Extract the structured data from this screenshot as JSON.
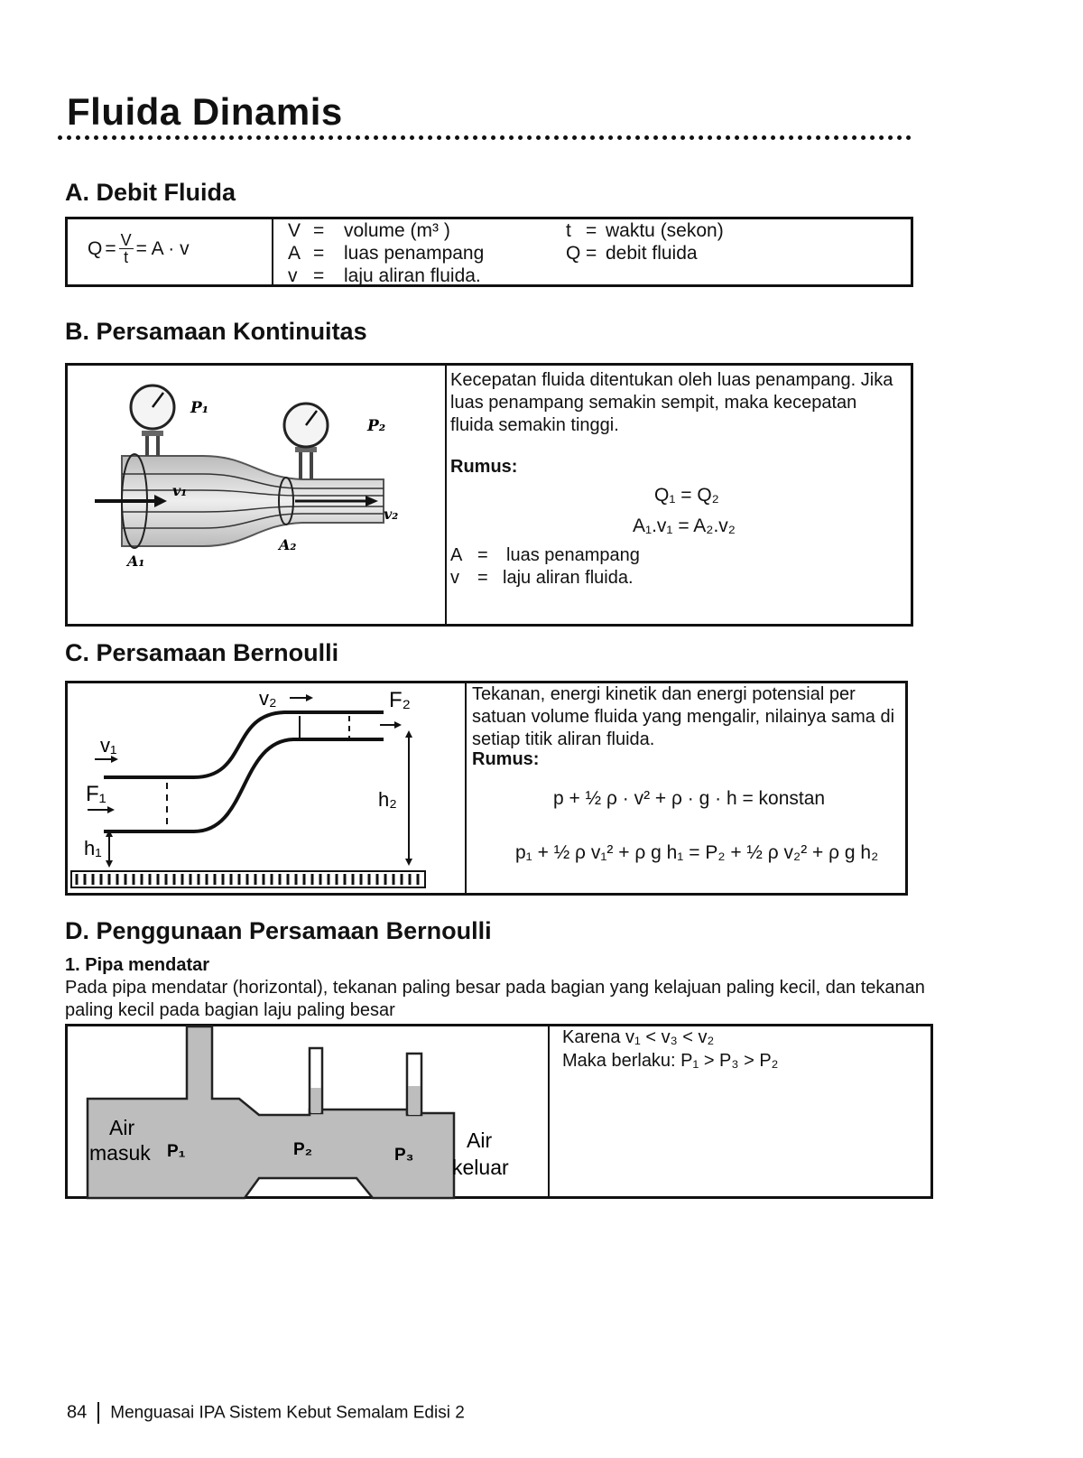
{
  "page": {
    "title": "Fluida Dinamis",
    "page_number": "84",
    "book_title": "Menguasai IPA Sistem Kebut Semalam Edisi 2"
  },
  "section_a": {
    "heading": "A. Debit Fluida",
    "formula": {
      "lhs": "Q",
      "num": "V",
      "den": "t",
      "rhs": "= A · v"
    },
    "definitions": [
      {
        "sym": "V",
        "eq": "=",
        "desc": "volume (m³ )"
      },
      {
        "sym": "A",
        "eq": "=",
        "desc": "luas penampang"
      },
      {
        "sym": "v",
        "eq": "=",
        "desc": "laju aliran fluida."
      }
    ],
    "definitions_right": [
      {
        "sym": "t",
        "eq": "=",
        "desc": "waktu (sekon)"
      },
      {
        "sym": "Q",
        "eq": "=",
        "desc": "debit fluida"
      }
    ]
  },
  "section_b": {
    "heading": "B. Persamaan Kontinuitas",
    "description": "Kecepatan fluida ditentukan oleh luas penampang. Jika luas penampang semakin sempit, maka kecepatan fluida semakin tinggi.",
    "rumus_label": "Rumus:",
    "formula1": "Q₁ = Q₂",
    "formula2": "A₁.v₁ = A₂.v₂",
    "definitions": [
      {
        "sym": "A",
        "eq": "=",
        "desc": "luas penampang"
      },
      {
        "sym": "v",
        "eq": "=",
        "desc": "laju aliran fluida."
      }
    ],
    "diagram_labels": {
      "p1": "P₁",
      "p2": "P₂",
      "v1": "v₁",
      "v2": "v₂",
      "a1": "A₁",
      "a2": "A₂"
    }
  },
  "section_c": {
    "heading": "C. Persamaan Bernoulli",
    "description": "Tekanan, energi kinetik dan energi potensial per satuan volume fluida yang mengalir, nilainya sama di setiap titik aliran fluida.",
    "rumus_label": "Rumus:",
    "formula1": "p + ½ ρ · v² + ρ · g · h = konstan",
    "formula2": "p₁ + ½ ρ v₁² + ρ g h₁ = P₂ + ½ ρ v₂² + ρ g h₂",
    "diagram_labels": {
      "v1": "v₁",
      "v2": "v₂",
      "f1": "F₁",
      "f2": "F₂",
      "h1": "h₁",
      "h2": "h₂"
    }
  },
  "section_d": {
    "heading": "D. Penggunaan Persamaan Bernoulli",
    "subheading": "1. Pipa mendatar",
    "paragraph": "Pada pipa mendatar (horizontal), tekanan paling besar pada bagian yang kelajuan paling kecil, dan tekanan paling kecil pada bagian laju paling besar",
    "karena": "Karena v₁ < v₃ < v₂",
    "maka": "Maka berlaku:  P₁  >  P₃ > P₂",
    "diagram_labels": {
      "air_in_1": "Air",
      "air_in_2": "masuk",
      "p1": "P₁",
      "p2": "P₂",
      "p3": "P₃",
      "air_out_1": "Air",
      "air_out_2": "keluar"
    }
  }
}
